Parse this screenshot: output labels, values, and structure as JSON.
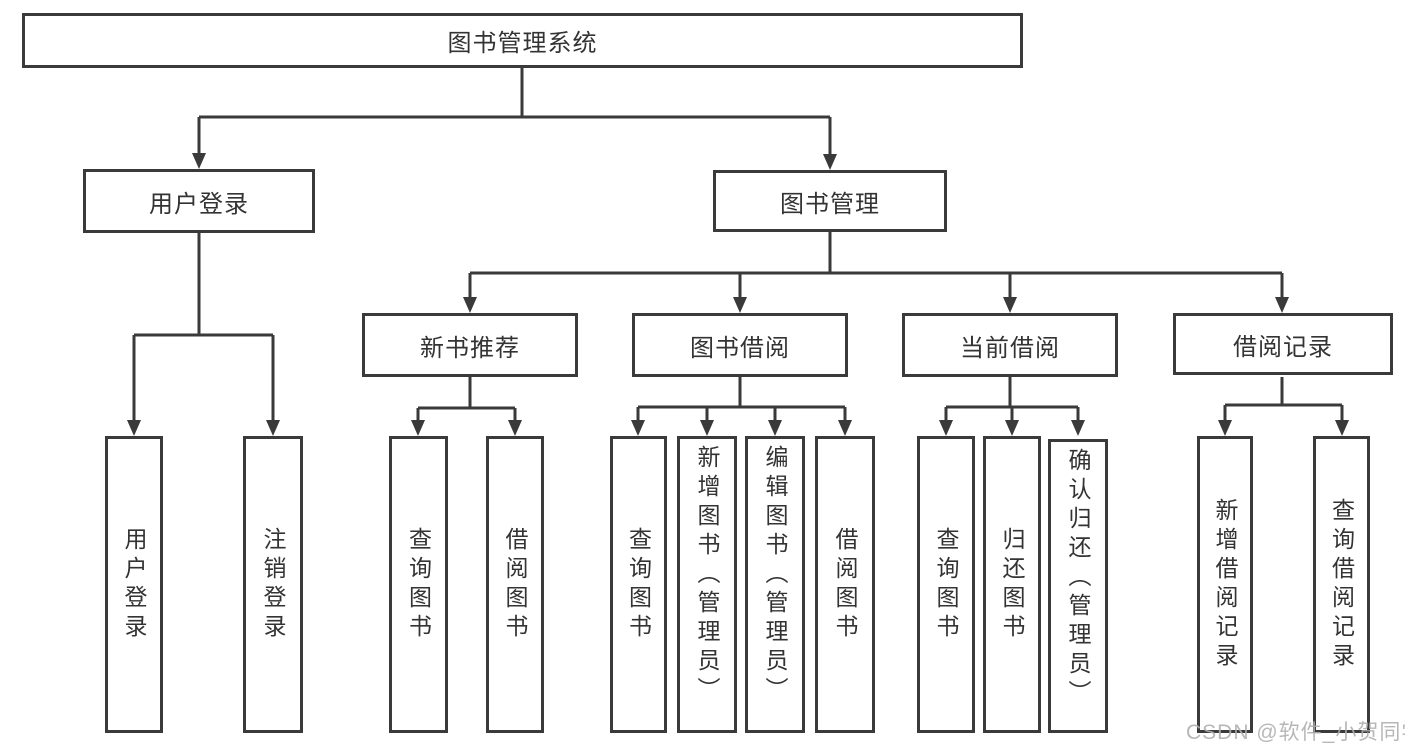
{
  "diagram": {
    "root": {
      "label": "图书管理系统"
    },
    "branches": [
      {
        "label": "用户登录",
        "children": [
          {
            "label": "用户登录"
          },
          {
            "label": "注销登录"
          }
        ]
      },
      {
        "label": "图书管理",
        "children": [
          {
            "label": "新书推荐",
            "children": [
              {
                "label": "查询图书"
              },
              {
                "label": "借阅图书"
              }
            ]
          },
          {
            "label": "图书借阅",
            "children": [
              {
                "label": "查询图书"
              },
              {
                "label": "新增图书（管理员）"
              },
              {
                "label": "编辑图书（管理员）"
              },
              {
                "label": "借阅图书"
              }
            ]
          },
          {
            "label": "当前借阅",
            "children": [
              {
                "label": "查询图书"
              },
              {
                "label": "归还图书"
              },
              {
                "label": "确认归还（管理员）"
              }
            ]
          },
          {
            "label": "借阅记录",
            "children": [
              {
                "label": "新增借阅记录"
              },
              {
                "label": "查询借阅记录"
              }
            ]
          }
        ]
      }
    ]
  },
  "watermark": {
    "text": "CSDN @软件_小贺同学"
  },
  "colors": {
    "line": "#3a3a3a",
    "text": "#333333",
    "background": "#ffffff",
    "watermark": "#afafaf"
  }
}
